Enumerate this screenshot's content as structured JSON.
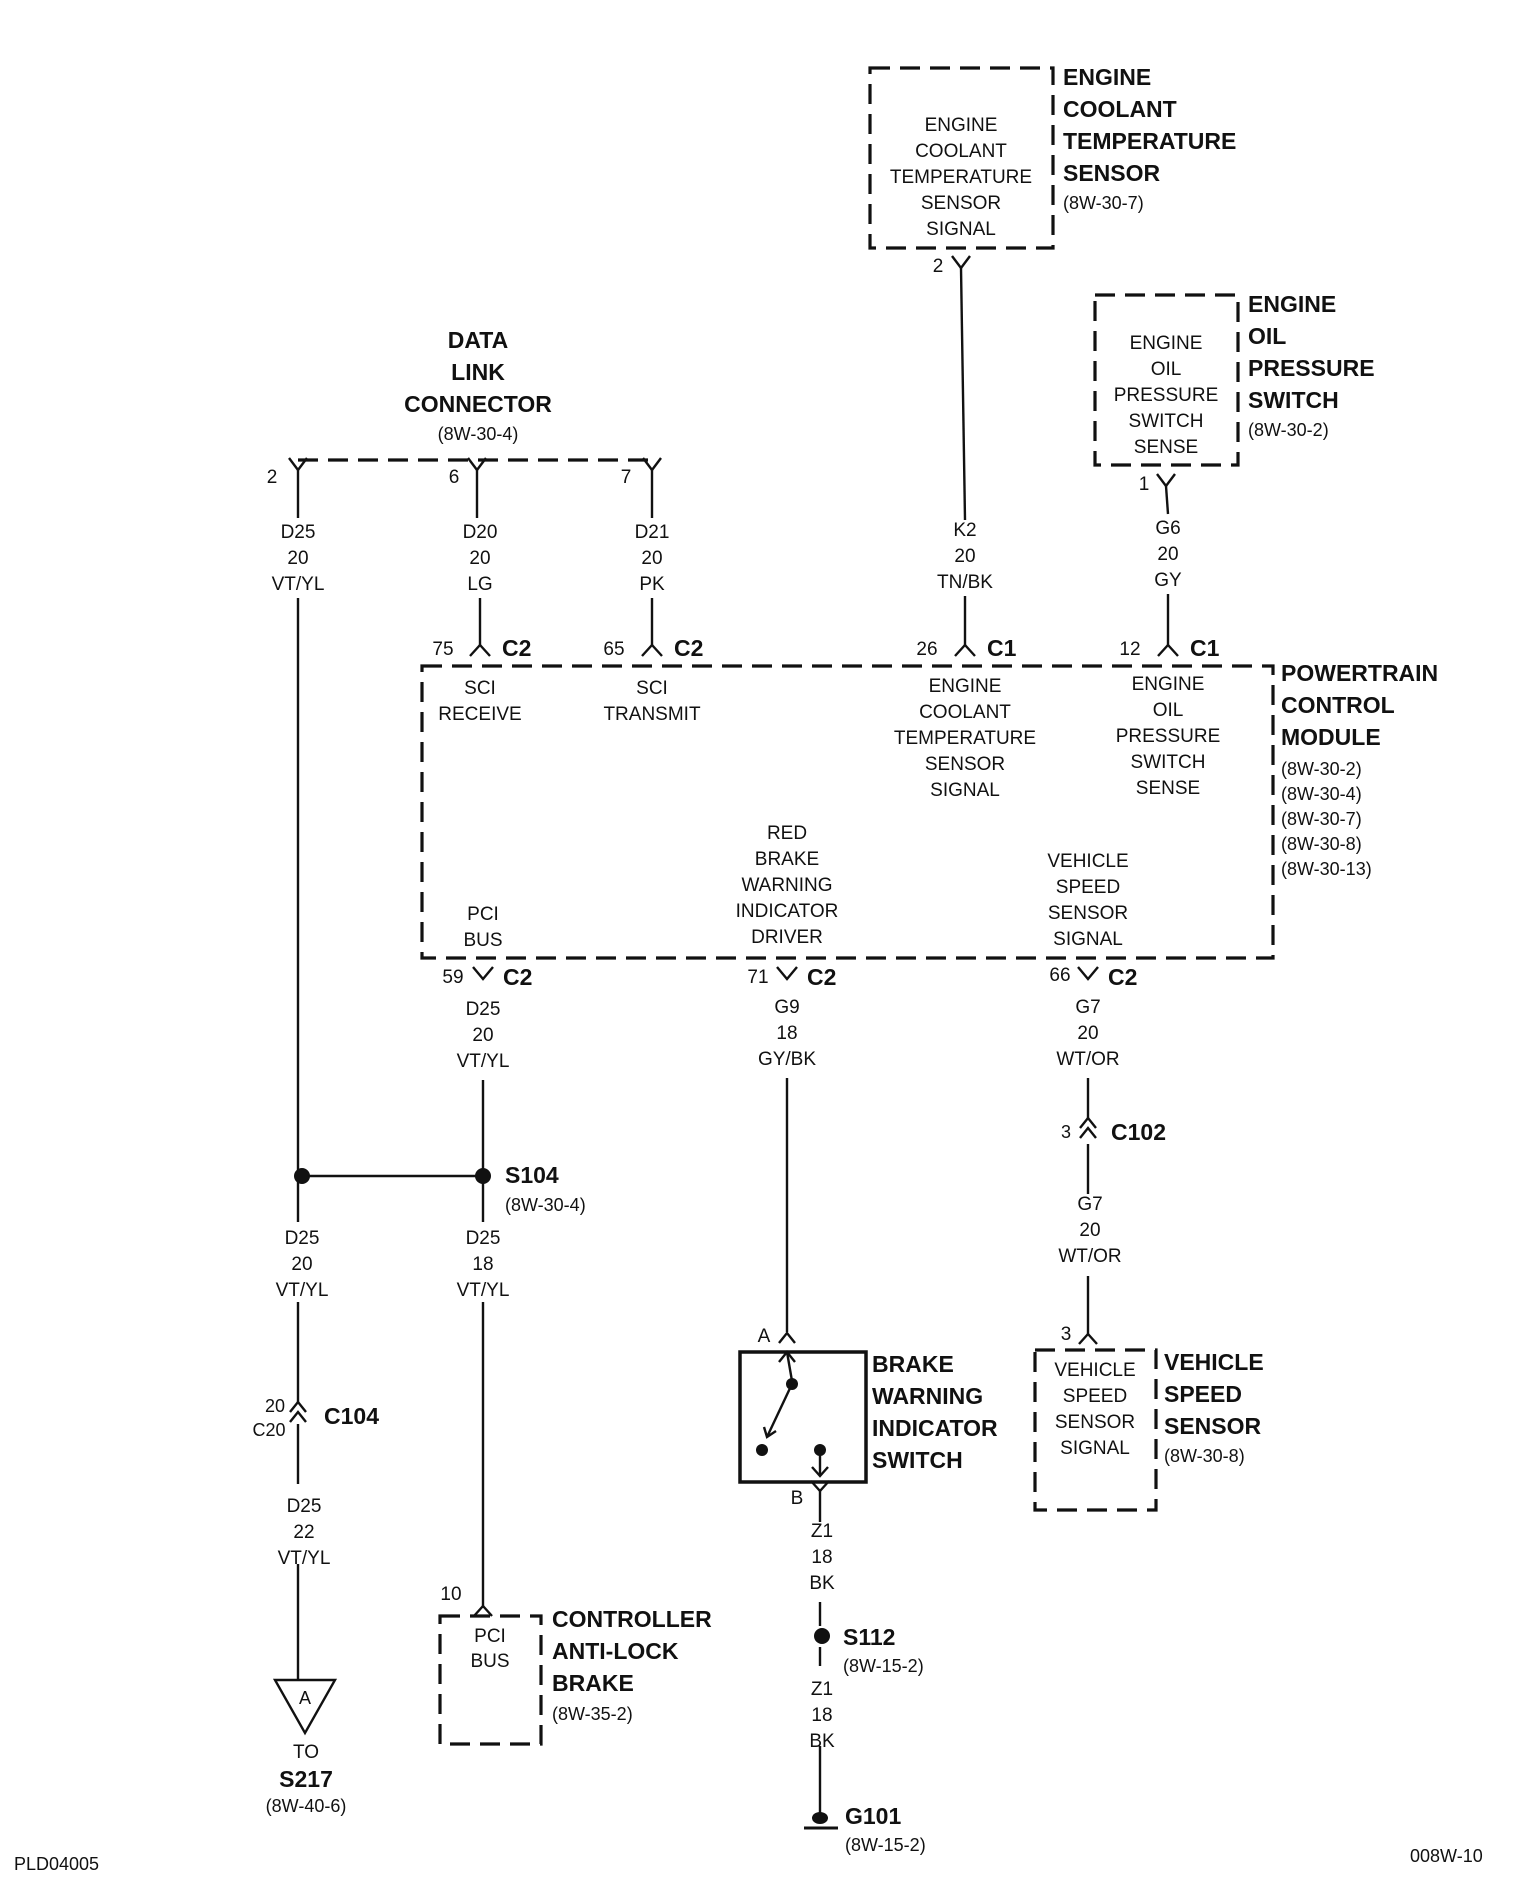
{
  "components": {
    "ects": {
      "title": [
        "ENGINE",
        "COOLANT",
        "TEMPERATURE",
        "SENSOR"
      ],
      "ref": "(8W-30-7)",
      "inner": [
        "ENGINE",
        "COOLANT",
        "TEMPERATURE",
        "SENSOR",
        "SIGNAL"
      ],
      "pin": "2"
    },
    "eops": {
      "title": [
        "ENGINE",
        "OIL",
        "PRESSURE",
        "SWITCH"
      ],
      "ref": "(8W-30-2)",
      "inner": [
        "ENGINE",
        "OIL",
        "PRESSURE",
        "SWITCH",
        "SENSE"
      ],
      "pin": "1"
    },
    "dlc": {
      "title": [
        "DATA",
        "LINK",
        "CONNECTOR"
      ],
      "ref": "(8W-30-4)",
      "pins": [
        "2",
        "6",
        "7"
      ]
    },
    "pcm": {
      "title": [
        "POWERTRAIN",
        "CONTROL",
        "MODULE"
      ],
      "refs": [
        "(8W-30-2)",
        "(8W-30-4)",
        "(8W-30-7)",
        "(8W-30-8)",
        "(8W-30-13)"
      ],
      "top_pins": [
        {
          "pin": "75",
          "conn": "C2",
          "label": [
            "SCI",
            "RECEIVE"
          ]
        },
        {
          "pin": "65",
          "conn": "C2",
          "label": [
            "SCI",
            "TRANSMIT"
          ]
        },
        {
          "pin": "26",
          "conn": "C1",
          "label": [
            "ENGINE",
            "COOLANT",
            "TEMPERATURE",
            "SENSOR",
            "SIGNAL"
          ]
        },
        {
          "pin": "12",
          "conn": "C1",
          "label": [
            "ENGINE",
            "OIL",
            "PRESSURE",
            "SWITCH",
            "SENSE"
          ]
        }
      ],
      "bottom_pins": [
        {
          "pin": "59",
          "conn": "C2",
          "label": [
            "PCI",
            "BUS"
          ]
        },
        {
          "pin": "71",
          "conn": "C2",
          "label": [
            "RED",
            "BRAKE",
            "WARNING",
            "INDICATOR",
            "DRIVER"
          ]
        },
        {
          "pin": "66",
          "conn": "C2",
          "label": [
            "VEHICLE",
            "SPEED",
            "SENSOR",
            "SIGNAL"
          ]
        }
      ]
    },
    "cab": {
      "title": [
        "CONTROLLER",
        "ANTI-LOCK",
        "BRAKE"
      ],
      "ref": "(8W-35-2)",
      "inner": [
        "PCI",
        "BUS"
      ],
      "pin": "10"
    },
    "bwis": {
      "title": [
        "BRAKE",
        "WARNING",
        "INDICATOR",
        "SWITCH"
      ],
      "pin_a": "A",
      "pin_b": "B"
    },
    "vss": {
      "title": [
        "VEHICLE",
        "SPEED",
        "SENSOR"
      ],
      "ref": "(8W-30-8)",
      "inner": [
        "VEHICLE",
        "SPEED",
        "SENSOR",
        "SIGNAL"
      ],
      "pin": "3"
    }
  },
  "wires": {
    "dlc2": [
      "D25",
      "20",
      "VT/YL"
    ],
    "dlc6": [
      "D20",
      "20",
      "LG"
    ],
    "dlc7": [
      "D21",
      "20",
      "PK"
    ],
    "k2": [
      "K2",
      "20",
      "TN/BK"
    ],
    "g6": [
      "G6",
      "20",
      "GY"
    ],
    "pci": [
      "D25",
      "20",
      "VT/YL"
    ],
    "g9": [
      "G9",
      "18",
      "GY/BK"
    ],
    "g7a": [
      "G7",
      "20",
      "WT/OR"
    ],
    "g7b": [
      "G7",
      "20",
      "WT/OR"
    ],
    "left_mid": [
      "D25",
      "20",
      "VT/YL"
    ],
    "s104_down": [
      "D25",
      "18",
      "VT/YL"
    ],
    "left_low": [
      "D25",
      "22",
      "VT/YL"
    ],
    "z1a": [
      "Z1",
      "18",
      "BK"
    ],
    "z1b": [
      "Z1",
      "18",
      "BK"
    ]
  },
  "splices": {
    "s104": {
      "name": "S104",
      "ref": "(8W-30-4)"
    },
    "s112": {
      "name": "S112",
      "ref": "(8W-15-2)"
    },
    "g101": {
      "name": "G101",
      "ref": "(8W-15-2)"
    }
  },
  "connectors": {
    "c104": {
      "name": "C104",
      "pins": [
        "20",
        "C20"
      ]
    },
    "c102": {
      "name": "C102",
      "pin": "3"
    }
  },
  "offpage": {
    "letter": "A",
    "to": "TO",
    "dest": "S217",
    "ref": "(8W-40-6)"
  },
  "footer": {
    "left": "PLD04005",
    "right": "008W-10"
  }
}
